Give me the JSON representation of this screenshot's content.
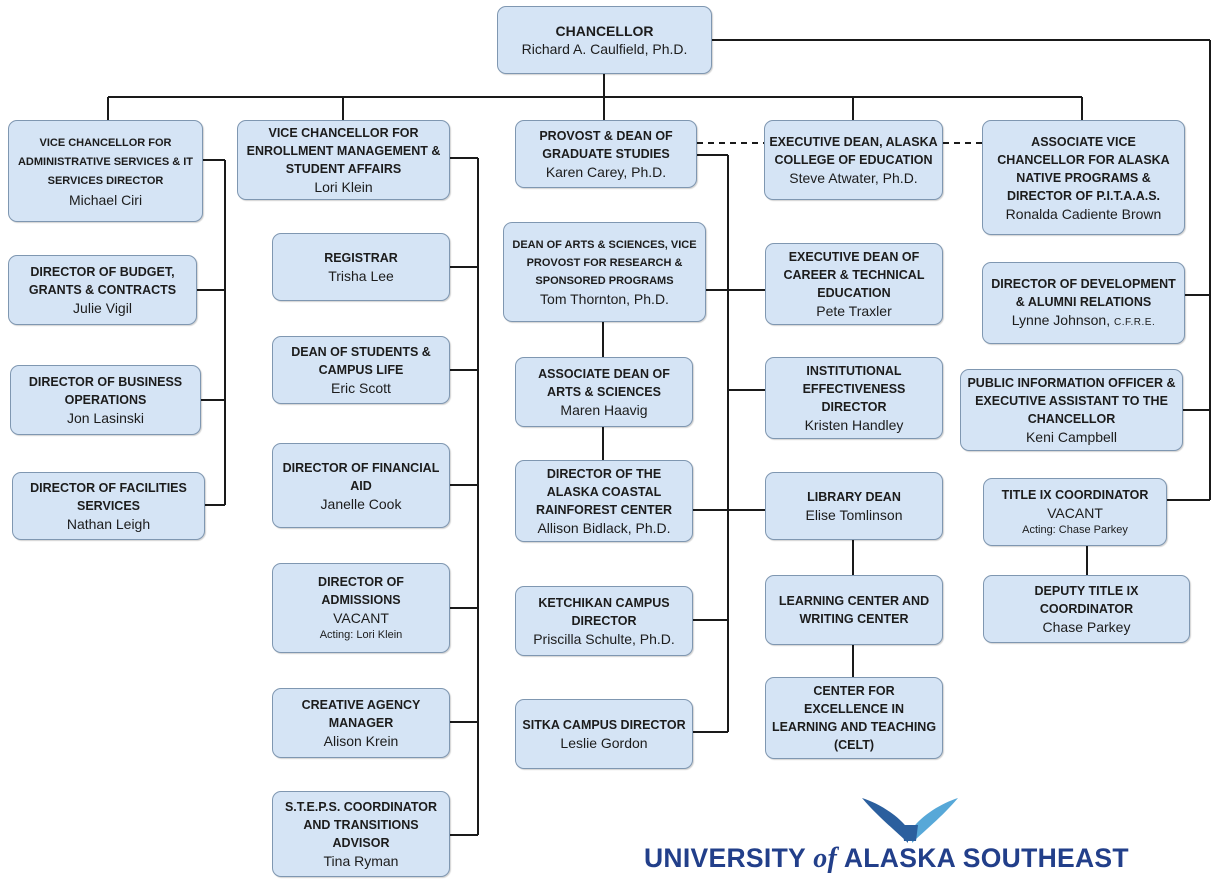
{
  "chancellor": {
    "title": "CHANCELLOR",
    "name": "Richard A. Caulfield, Ph.D."
  },
  "vc_admin": {
    "title": "VICE CHANCELLOR FOR ADMINISTRATIVE SERVICES & IT SERVICES DIRECTOR",
    "name": "Michael Ciri"
  },
  "budget": {
    "title": "DIRECTOR OF BUDGET, GRANTS & CONTRACTS",
    "name": "Julie Vigil"
  },
  "business": {
    "title": "DIRECTOR OF BUSINESS OPERATIONS",
    "name": "Jon Lasinski"
  },
  "facilities": {
    "title": "DIRECTOR OF FACILITIES SERVICES",
    "name": "Nathan Leigh"
  },
  "vc_enroll": {
    "title": "VICE CHANCELLOR FOR ENROLLMENT MANAGEMENT & STUDENT AFFAIRS",
    "name": "Lori Klein"
  },
  "registrar": {
    "title": "REGISTRAR",
    "name": "Trisha Lee"
  },
  "dean_students": {
    "title": "DEAN OF STUDENTS & CAMPUS LIFE",
    "name": "Eric Scott"
  },
  "fin_aid": {
    "title": "DIRECTOR OF FINANCIAL AID",
    "name": "Janelle Cook"
  },
  "admissions": {
    "title": "DIRECTOR OF ADMISSIONS",
    "name": "VACANT",
    "acting": "Acting: Lori Klein"
  },
  "creative": {
    "title": "CREATIVE AGENCY MANAGER",
    "name": "Alison Krein"
  },
  "steps": {
    "title": "S.T.E.P.S. COORDINATOR AND TRANSITIONS ADVISOR",
    "name": "Tina Ryman"
  },
  "provost": {
    "title": "PROVOST & DEAN OF GRADUATE STUDIES",
    "name": "Karen Carey, Ph.D."
  },
  "dean_arts": {
    "title": "DEAN OF ARTS & SCIENCES, VICE PROVOST FOR RESEARCH & SPONSORED PROGRAMS",
    "name": "Tom Thornton, Ph.D."
  },
  "assoc_dean": {
    "title": "ASSOCIATE DEAN OF ARTS & SCIENCES",
    "name": "Maren Haavig"
  },
  "rainforest": {
    "title": "DIRECTOR OF THE ALASKA COASTAL RAINFOREST CENTER",
    "name": "Allison Bidlack, Ph.D."
  },
  "ketchikan": {
    "title": "KETCHIKAN CAMPUS DIRECTOR",
    "name": "Priscilla Schulte, Ph.D."
  },
  "sitka": {
    "title": "SITKA CAMPUS DIRECTOR",
    "name": "Leslie Gordon"
  },
  "exec_dean_edu": {
    "title": "EXECUTIVE DEAN, ALASKA COLLEGE OF EDUCATION",
    "name": "Steve Atwater, Ph.D."
  },
  "exec_dean_cte": {
    "title": "EXECUTIVE DEAN OF CAREER & TECHNICAL EDUCATION",
    "name": "Pete Traxler"
  },
  "inst_eff": {
    "title": "INSTITUTIONAL EFFECTIVENESS DIRECTOR",
    "name": "Kristen Handley"
  },
  "library": {
    "title": "LIBRARY DEAN",
    "name": "Elise Tomlinson"
  },
  "learning": {
    "title": "LEARNING CENTER AND WRITING CENTER"
  },
  "celt": {
    "title": "CENTER FOR EXCELLENCE IN LEARNING AND TEACHING (CELT)"
  },
  "avc_native": {
    "title": "ASSOCIATE VICE CHANCELLOR FOR ALASKA NATIVE PROGRAMS & DIRECTOR OF P.I.T.A.A.S.",
    "name": "Ronalda Cadiente Brown"
  },
  "development": {
    "title": "DIRECTOR OF DEVELOPMENT & ALUMNI RELATIONS",
    "name": "Lynne Johnson,",
    "credential": "C.F.R.E."
  },
  "pio": {
    "title": "PUBLIC INFORMATION OFFICER & EXECUTIVE ASSISTANT TO THE CHANCELLOR",
    "name": "Keni Campbell"
  },
  "title_ix": {
    "title": "TITLE IX COORDINATOR",
    "name": "VACANT",
    "acting": "Acting: Chase Parkey"
  },
  "deputy_ix": {
    "title": "DEPUTY TITLE IX COORDINATOR",
    "name": "Chase Parkey"
  },
  "logo": {
    "word1": "UNIVERSITY",
    "word2": "of",
    "word3": "ALASKA SOUTHEAST",
    "colors": {
      "dark": "#2b5f9e",
      "light": "#57a8d8",
      "text": "#223f8a"
    }
  },
  "colors": {
    "box_fill": "#d5e4f5",
    "box_border": "#7f97b1",
    "line": "#1a1a1a"
  }
}
